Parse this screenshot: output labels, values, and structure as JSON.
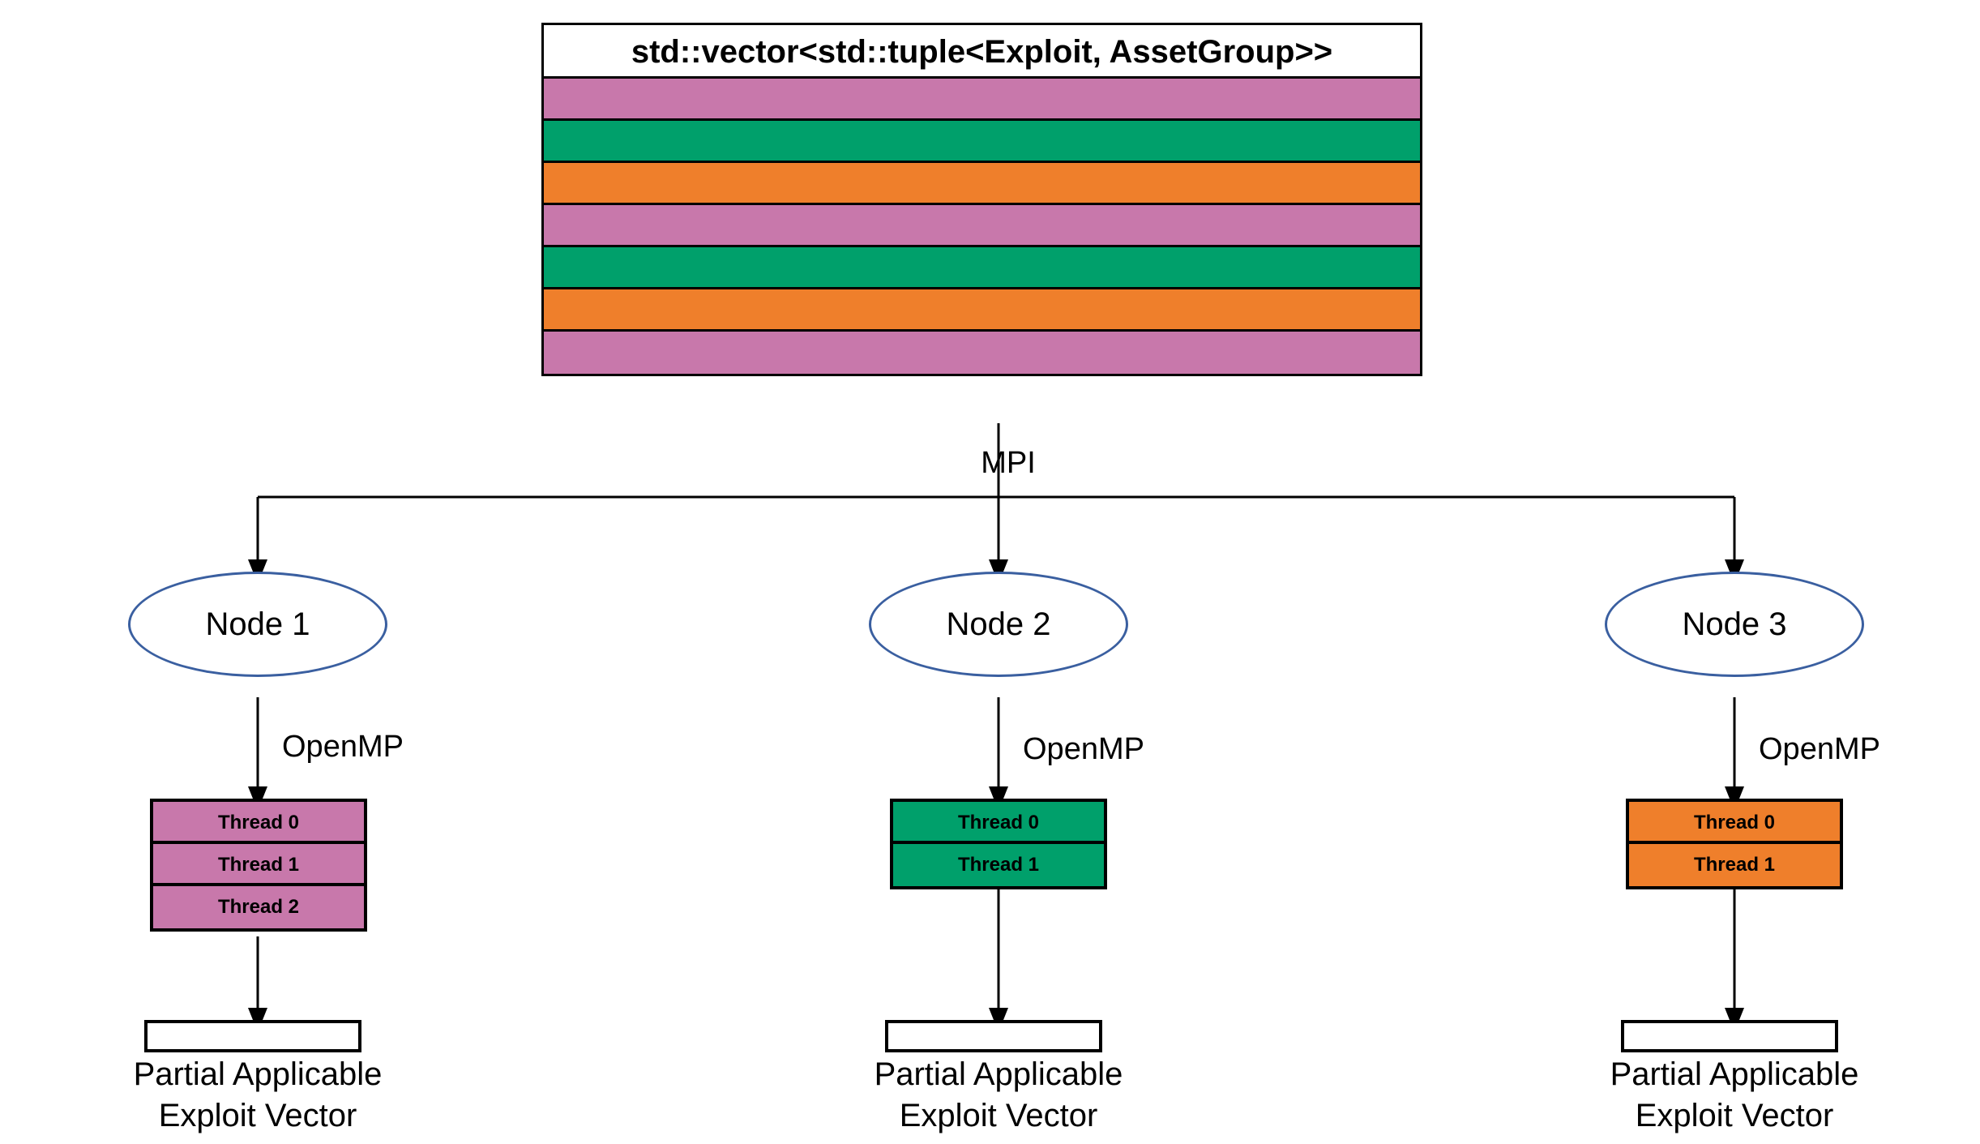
{
  "diagram": {
    "title": "std::vector<std::tuple<Exploit, AssetGroup>>",
    "mpi_label": "MPI",
    "vector_rows": [
      {
        "color": "#C878AB"
      },
      {
        "color": "#00A06B"
      },
      {
        "color": "#EF7F2B"
      },
      {
        "color": "#C878AB"
      },
      {
        "color": "#00A06B"
      },
      {
        "color": "#EF7F2B"
      },
      {
        "color": "#C878AB"
      }
    ],
    "palette": {
      "pink": "#C878AB",
      "green": "#00A06B",
      "orange": "#EF7F2B",
      "ellipse_border": "#3A5FA0",
      "outline": "#000000",
      "background": "#FFFFFF"
    },
    "nodes": [
      {
        "label": "Node 1",
        "openmp_label": "OpenMP",
        "thread_color": "#C878AB",
        "threads": [
          "Thread 0",
          "Thread 1",
          "Thread 2"
        ],
        "output_caption_line1": "Partial Applicable",
        "output_caption_line2": "Exploit Vector"
      },
      {
        "label": "Node 2",
        "openmp_label": "OpenMP",
        "thread_color": "#00A06B",
        "threads": [
          "Thread 0",
          "Thread 1"
        ],
        "output_caption_line1": "Partial Applicable",
        "output_caption_line2": "Exploit Vector"
      },
      {
        "label": "Node 3",
        "openmp_label": "OpenMP",
        "thread_color": "#EF7F2B",
        "threads": [
          "Thread 0",
          "Thread 1"
        ],
        "output_caption_line1": "Partial Applicable",
        "output_caption_line2": "Exploit Vector"
      }
    ]
  }
}
